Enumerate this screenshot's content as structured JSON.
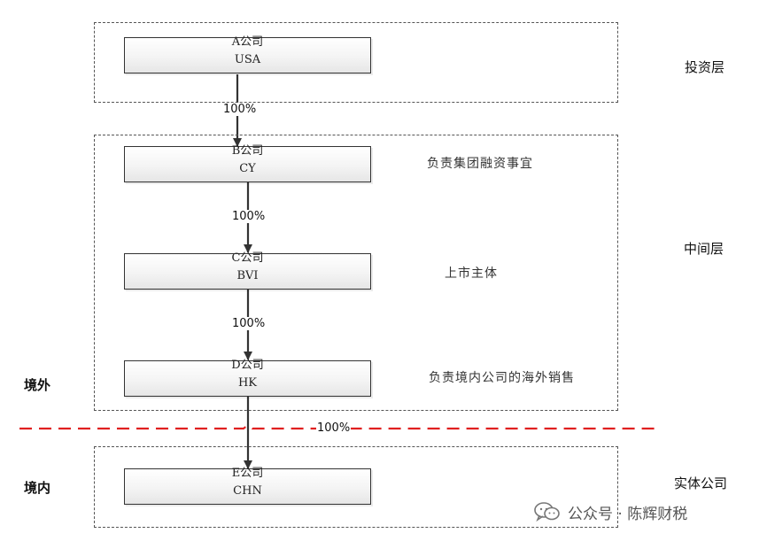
{
  "layers": {
    "investment": "投资层",
    "middle": "中间层",
    "entity": "实体公司"
  },
  "regions": {
    "offshore": "境外",
    "onshore": "境内"
  },
  "companies": [
    {
      "name": "A公司",
      "location": "USA"
    },
    {
      "name": "B公司",
      "location": "CY"
    },
    {
      "name": "C公司",
      "location": "BVI"
    },
    {
      "name": "D公司",
      "location": "HK"
    },
    {
      "name": "E公司",
      "location": "CHN"
    }
  ],
  "ownership": [
    "100%",
    "100%",
    "100%",
    "100%"
  ],
  "notes": {
    "b": "负责集团融资事宜",
    "c": "上市主体",
    "d": "负责境内公司的海外销售"
  },
  "watermark": {
    "text": "公众号 · 陈辉财税",
    "icon": "wechat-icon"
  },
  "colors": {
    "border_line": "#e02020",
    "arrow": "#333333"
  }
}
